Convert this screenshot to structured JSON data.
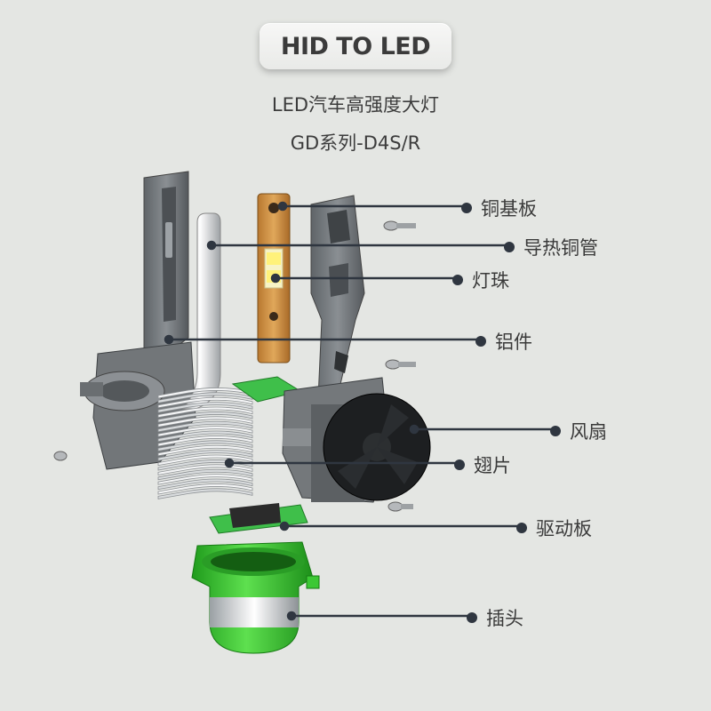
{
  "header": {
    "badge": "HID TO LED",
    "subtitle_line1": "LED汽车高强度大灯",
    "subtitle_line2": "GD系列-D4S/R"
  },
  "labels": {
    "copper_substrate": "铜基板",
    "heat_pipe": "导热铜管",
    "led_chip": "灯珠",
    "aluminum_part": "铝件",
    "fan": "风扇",
    "fins": "翅片",
    "driver_board": "驱动板",
    "plug": "插头"
  },
  "colors": {
    "background": "#e4e6e3",
    "leader_line": "#2f3640",
    "plug_green": "#35c12e",
    "copper": "#c98a3d",
    "housing_gray": "#6f7478"
  }
}
